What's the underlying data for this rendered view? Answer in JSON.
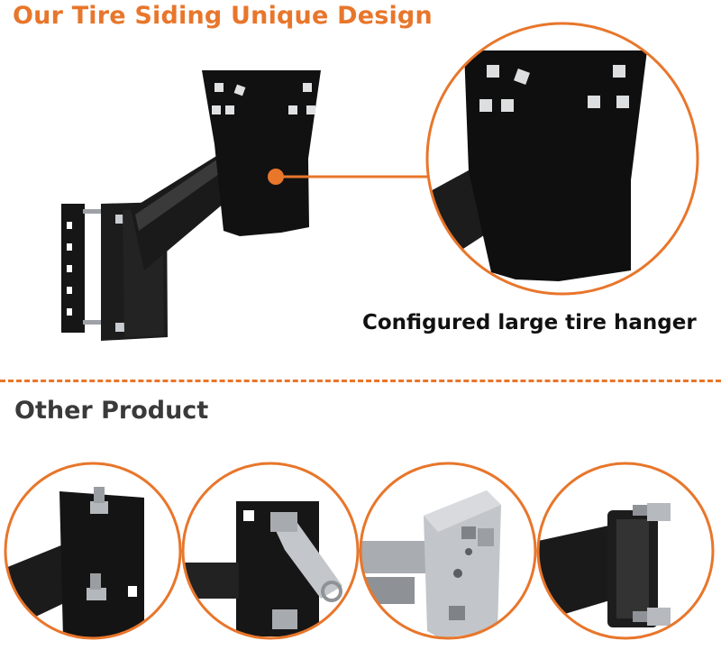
{
  "header": {
    "title": "Our Tire Siding Unique Design"
  },
  "callout": {
    "caption": "Configured large tire hanger"
  },
  "section": {
    "title": "Other Product"
  },
  "colors": {
    "accent": "#e8762b",
    "metal": "#141414",
    "zinc": "#b9bcc0"
  },
  "thumbnails": [
    {
      "name": "bracket-bolts-closeup"
    },
    {
      "name": "mount-arm-assembly"
    },
    {
      "name": "galvanized-plate-closeup"
    },
    {
      "name": "side-mount-view"
    }
  ]
}
